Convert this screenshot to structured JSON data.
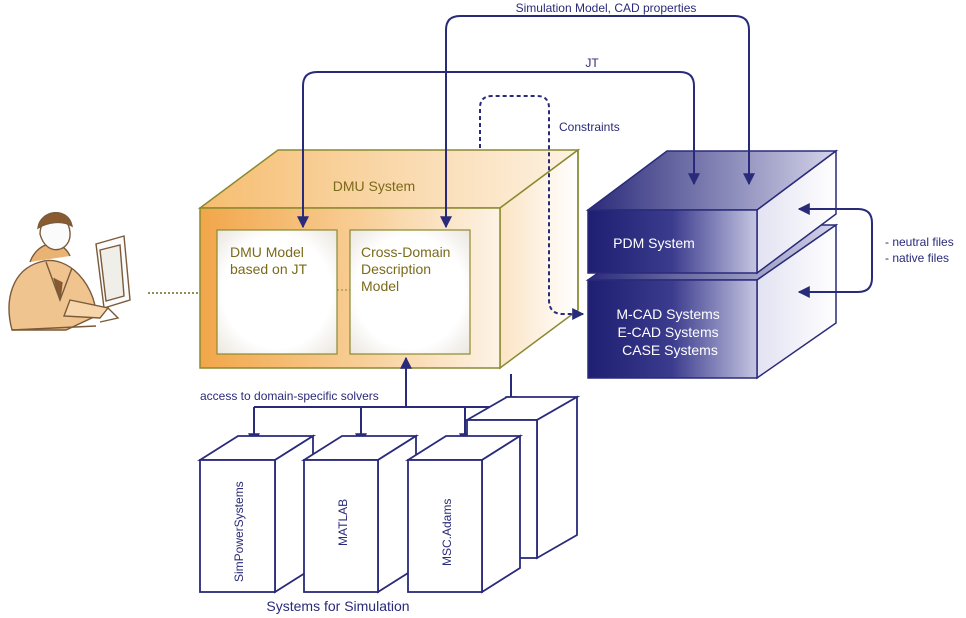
{
  "labels": {
    "top_flow": "Simulation Model, CAD properties",
    "jt_flow": "JT",
    "constraints": "Constraints",
    "dmu_system": "DMU System",
    "dmu_model": [
      "DMU Model",
      "based on JT"
    ],
    "cross_domain": [
      "Cross-Domain",
      "Description",
      "Model"
    ],
    "pdm_system": "PDM System",
    "cad_systems": [
      "M-CAD Systems",
      "E-CAD Systems",
      "CASE Systems"
    ],
    "file_types": [
      "- neutral files",
      "- native files"
    ],
    "solver_access": "access to domain-specific solvers",
    "simulation_tools": [
      "SimPowerSystems",
      "MATLAB",
      "MSC.Adams"
    ],
    "systems_for_simulation": "Systems for Simulation"
  },
  "colors": {
    "navy": "#2a2a7a",
    "dmu_orange": "#f2a64a",
    "dmu_edge": "#8a8a30"
  },
  "icons": {
    "user": "user-at-computer-clipart"
  }
}
